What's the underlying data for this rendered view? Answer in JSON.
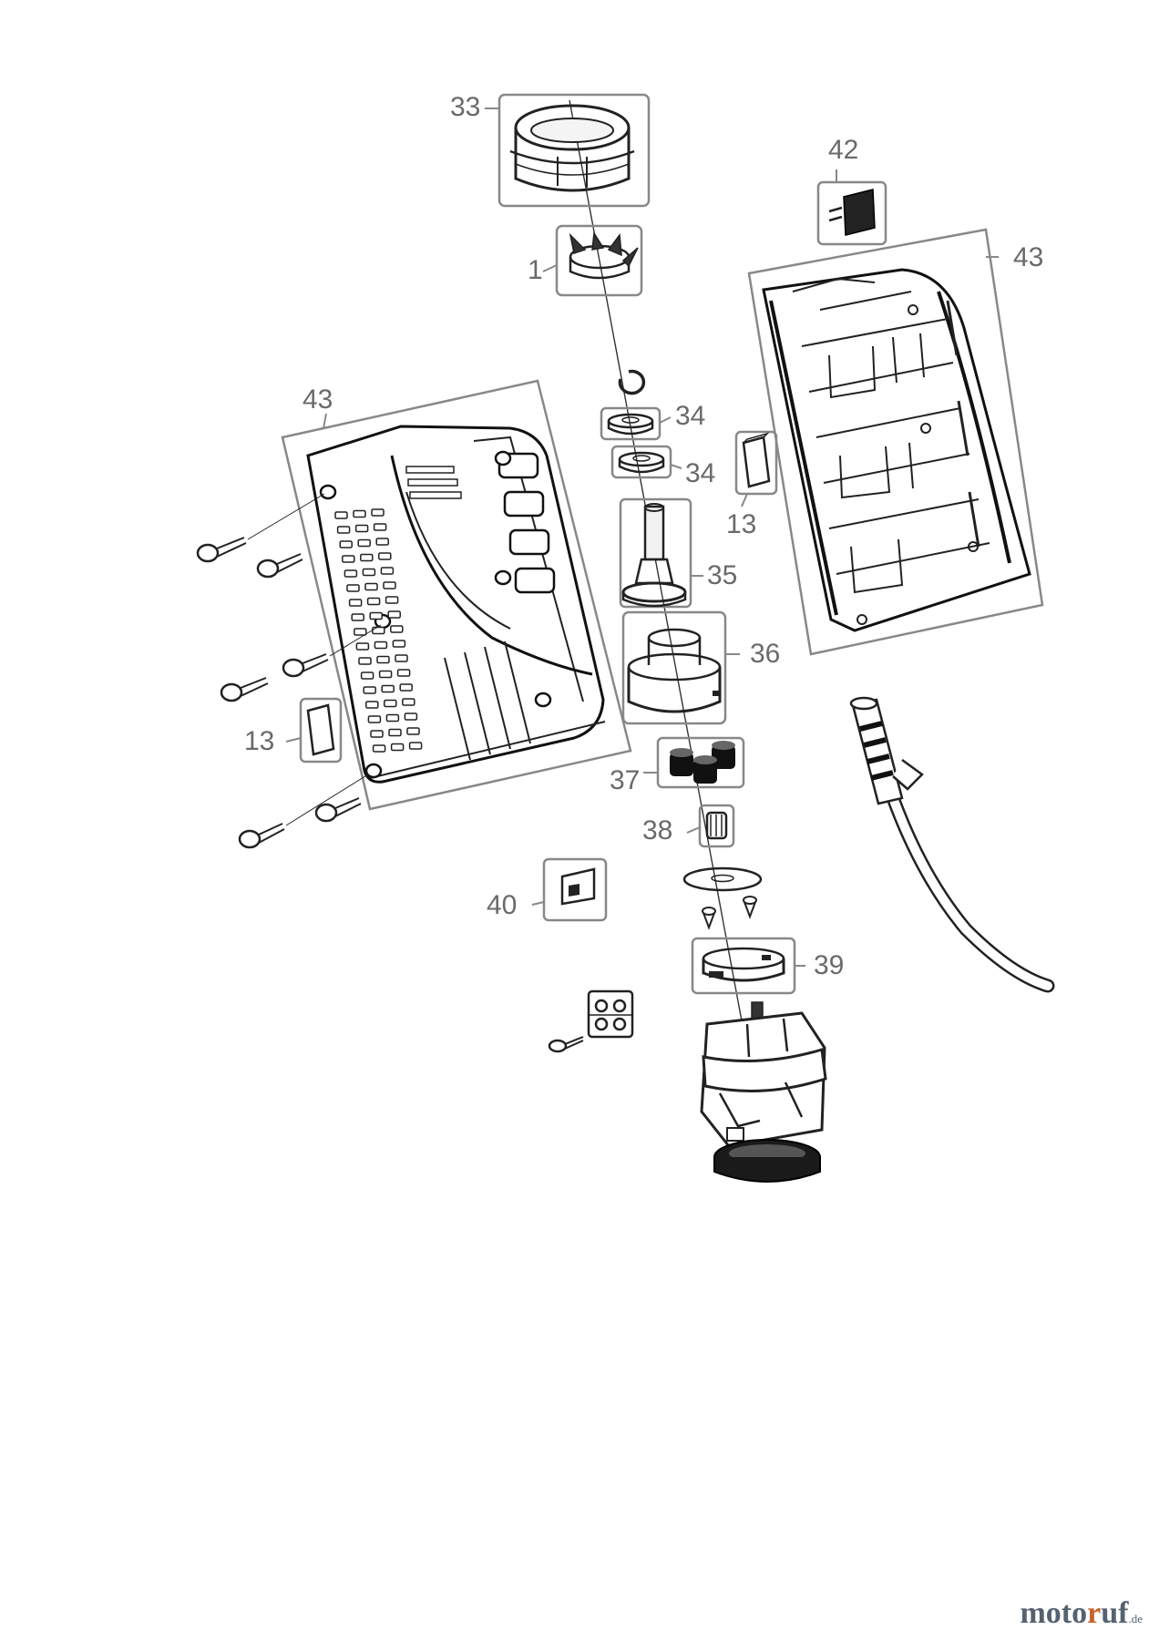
{
  "parts": [
    {
      "id": "p33",
      "number": "33"
    },
    {
      "id": "p1",
      "number": "1"
    },
    {
      "id": "p42",
      "number": "42"
    },
    {
      "id": "p43r",
      "number": "43"
    },
    {
      "id": "p43l",
      "number": "43"
    },
    {
      "id": "p34a",
      "number": "34"
    },
    {
      "id": "p34b",
      "number": "34"
    },
    {
      "id": "p13r",
      "number": "13"
    },
    {
      "id": "p35",
      "number": "35"
    },
    {
      "id": "p36",
      "number": "36"
    },
    {
      "id": "p13l",
      "number": "13"
    },
    {
      "id": "p37",
      "number": "37"
    },
    {
      "id": "p38",
      "number": "38"
    },
    {
      "id": "p40",
      "number": "40"
    },
    {
      "id": "p39",
      "number": "39"
    }
  ],
  "brand": {
    "name_main": "moto",
    "name_accent": "r",
    "name_end": "uf",
    "tld": ".de"
  },
  "colors": {
    "ink": "#222222",
    "frame": "#888888",
    "label": "#6a6a6a",
    "brand": "#556270",
    "brand_accent": "#c8622a"
  }
}
